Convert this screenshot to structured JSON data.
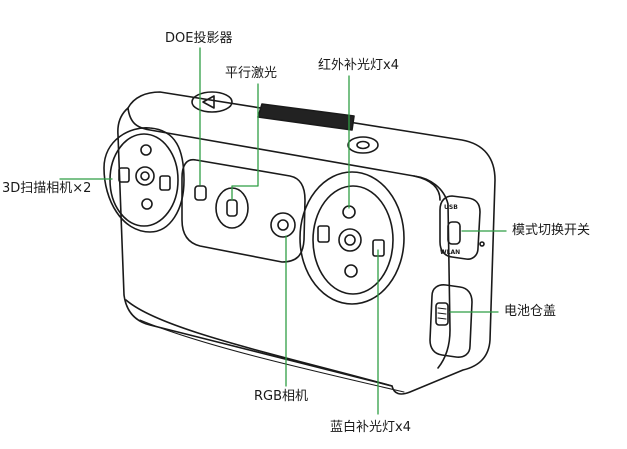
{
  "labels": {
    "doe": "DOE投影器",
    "laser": "平行激光",
    "red_light": "红外补光灯x4",
    "scan_cam": "3D扫描相机×2",
    "mode_switch": "模式切换开关",
    "battery": "电池仓盖",
    "rgb": "RGB相机",
    "blue_light": "蓝白补光灯x4"
  },
  "device_markings": {
    "usb": "USB",
    "wlan": "WLAN"
  },
  "colors": {
    "callout_line": "#2f9e44",
    "outline": "#1a1a1a",
    "body_fill": "#ffffff",
    "vent_fill": "#222222"
  }
}
